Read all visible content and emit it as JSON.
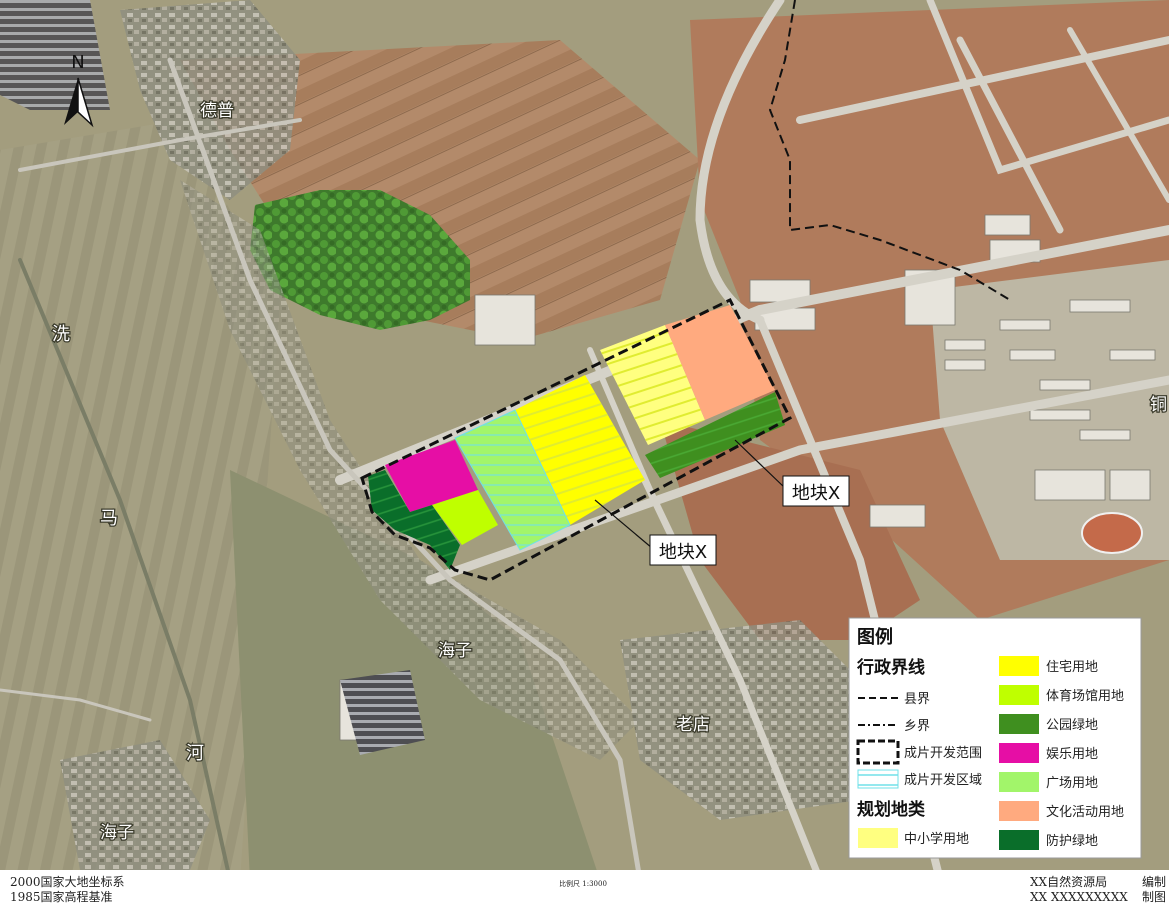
{
  "north": "N",
  "places": {
    "depu": "德普",
    "xi": "洗",
    "ma": "马",
    "he": "河",
    "haizi_left": "海子",
    "haizi_center": "海子",
    "laodian": "老店",
    "tong": "铜"
  },
  "callouts": [
    {
      "label": "地块X"
    },
    {
      "label": "地块X"
    }
  ],
  "legend": {
    "title": "图例",
    "section_admin": "行政界线",
    "section_plan": "规划地类",
    "items_left": [
      {
        "label": "县界",
        "symbol": "dash"
      },
      {
        "label": "乡界",
        "symbol": "dashdot"
      },
      {
        "label": "成片开发范围",
        "symbol": "thickdash"
      },
      {
        "label": "成片开发区域",
        "symbol": "hatch",
        "color": "#6fe0e8"
      },
      {
        "label": "中小学用地",
        "symbol": "fill",
        "color": "#ffff80"
      }
    ],
    "items_right": [
      {
        "label": "住宅用地",
        "color": "#ffff00"
      },
      {
        "label": "体育场馆用地",
        "color": "#bfff00"
      },
      {
        "label": "公园绿地",
        "color": "#3f8f1f"
      },
      {
        "label": "娱乐用地",
        "color": "#e60ea5"
      },
      {
        "label": "广场用地",
        "color": "#a2f56a"
      },
      {
        "label": "文化活动用地",
        "color": "#ffaa7f"
      },
      {
        "label": "防护绿地",
        "color": "#0a6e2a"
      }
    ]
  },
  "footer": {
    "coord_1": "2000国家大地坐标系",
    "coord_2": "1985国家高程基准",
    "scale": "比例尺  1:3000",
    "org_1": "XX自然资源局",
    "org_2": "XX XXXXXXXXX",
    "role_1": "编制",
    "role_2": "制图"
  }
}
